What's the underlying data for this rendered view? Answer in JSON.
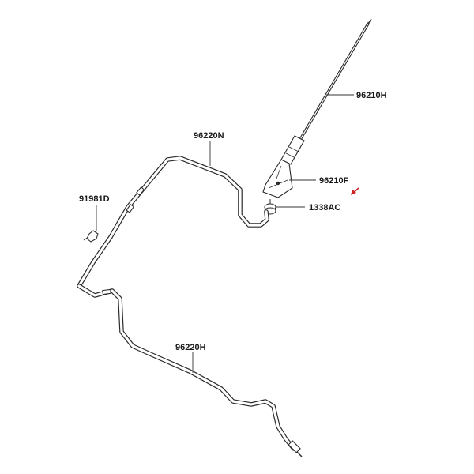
{
  "diagram": {
    "colors": {
      "line": "#2b2b2b",
      "label": "#1a1a1a",
      "indicator": "#cc2222"
    },
    "labels": {
      "antenna_mast": "96210H",
      "antenna_base": "96210F",
      "fastener": "1338AC",
      "feeder_cable_upper": "96220N",
      "feeder_cable_lower": "96220H",
      "clip": "91981D"
    }
  }
}
